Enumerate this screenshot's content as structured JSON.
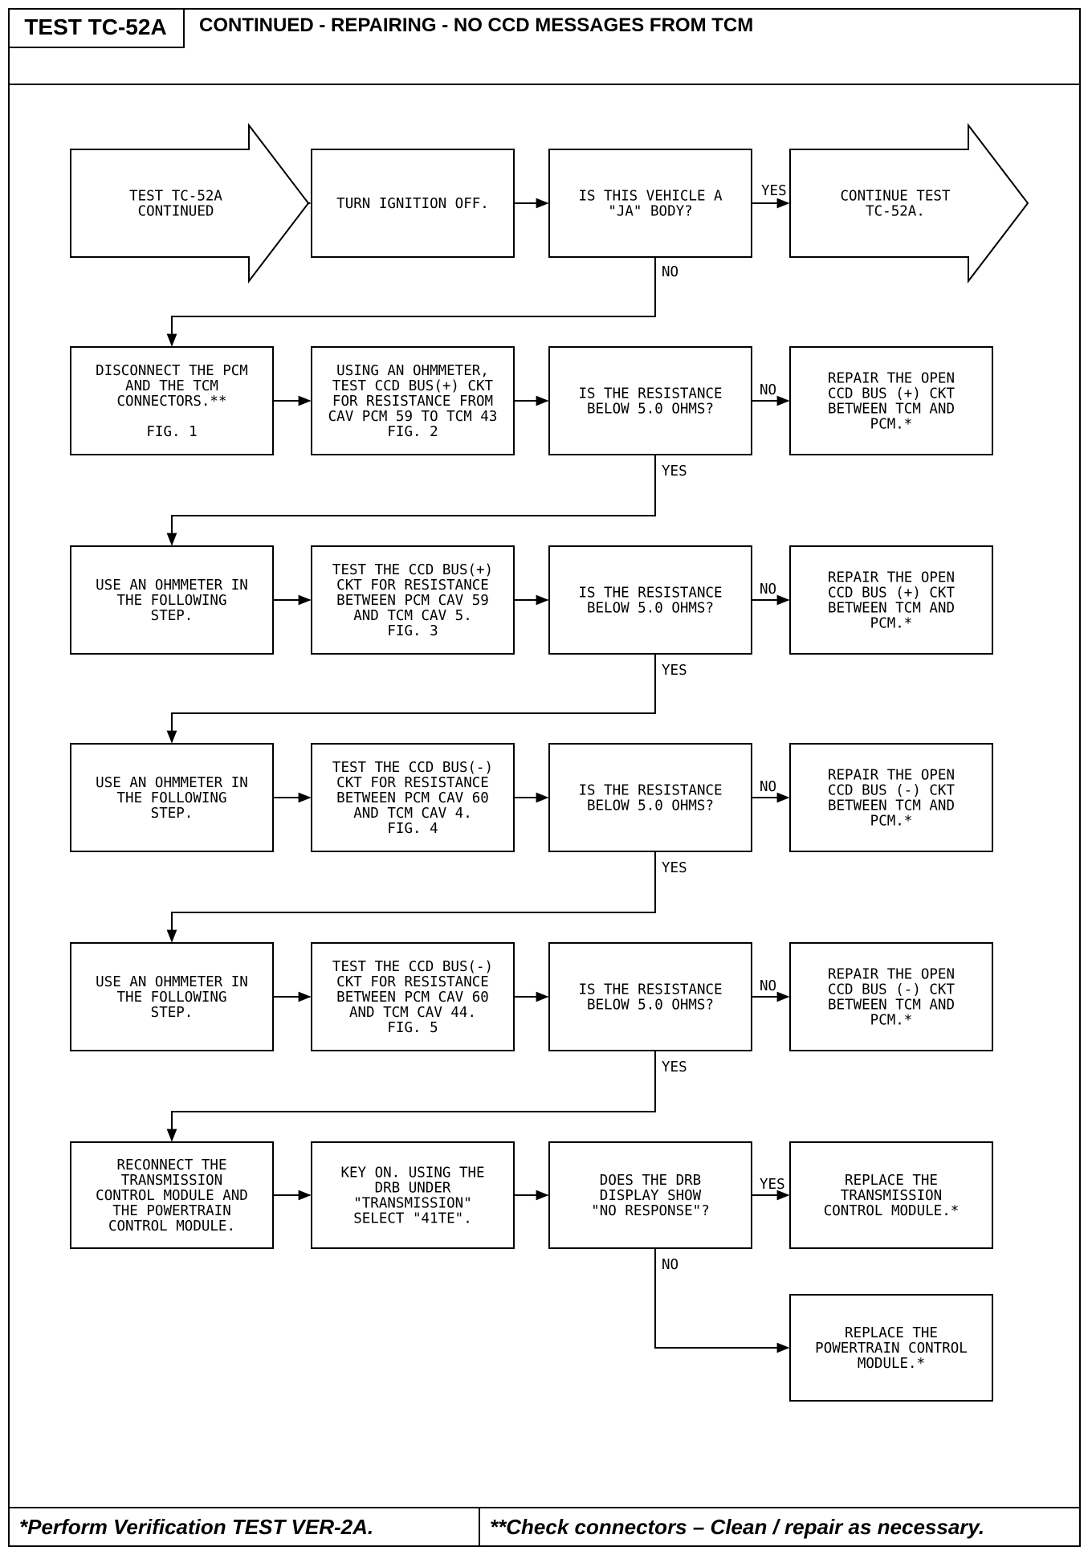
{
  "header": {
    "test_id": "TEST TC-52A",
    "title": "CONTINUED - REPAIRING - NO CCD MESSAGES FROM TCM"
  },
  "footer": {
    "note_single": "*Perform Verification TEST VER-2A.",
    "note_double": "**Check connectors – Clean / repair as necessary."
  },
  "nodes": [
    {
      "id": "start",
      "lines": [
        "TEST TC-52A",
        "CONTINUED"
      ]
    },
    {
      "id": "ign-off",
      "lines": [
        "TURN IGNITION OFF."
      ]
    },
    {
      "id": "q-ja",
      "lines": [
        "IS THIS VEHICLE A",
        "\"JA\" BODY?"
      ]
    },
    {
      "id": "continue",
      "lines": [
        "CONTINUE TEST",
        "TC-52A."
      ]
    },
    {
      "id": "disconnect",
      "lines": [
        "DISCONNECT THE PCM",
        "AND THE TCM",
        "CONNECTORS.**",
        "",
        "FIG. 1"
      ]
    },
    {
      "id": "test-pcm59-tcm43",
      "lines": [
        "USING AN OHMMETER,",
        "TEST CCD BUS(+) CKT",
        "FOR RESISTANCE FROM",
        "CAV PCM 59 TO TCM 43",
        "FIG. 2"
      ]
    },
    {
      "id": "q-res-1",
      "lines": [
        "IS THE RESISTANCE",
        "BELOW 5.0 OHMS?"
      ]
    },
    {
      "id": "repair-1",
      "lines": [
        "REPAIR THE OPEN",
        "CCD BUS (+) CKT",
        "BETWEEN TCM AND",
        "PCM.*"
      ]
    },
    {
      "id": "ohm-2",
      "lines": [
        "USE AN OHMMETER IN",
        "THE FOLLOWING",
        "STEP."
      ]
    },
    {
      "id": "test-59-5",
      "lines": [
        "TEST THE CCD BUS(+)",
        "CKT FOR RESISTANCE",
        "BETWEEN PCM CAV 59",
        "AND TCM CAV 5.",
        "FIG. 3"
      ]
    },
    {
      "id": "q-res-2",
      "lines": [
        "IS THE RESISTANCE",
        "BELOW 5.0 OHMS?"
      ]
    },
    {
      "id": "repair-2",
      "lines": [
        "REPAIR THE OPEN",
        "CCD BUS (+) CKT",
        "BETWEEN TCM AND",
        "PCM.*"
      ]
    },
    {
      "id": "ohm-3",
      "lines": [
        "USE AN OHMMETER IN",
        "THE FOLLOWING",
        "STEP."
      ]
    },
    {
      "id": "test-60-4",
      "lines": [
        "TEST THE CCD BUS(-)",
        "CKT FOR RESISTANCE",
        "BETWEEN PCM CAV 60",
        "AND TCM CAV 4.",
        "FIG. 4"
      ]
    },
    {
      "id": "q-res-3",
      "lines": [
        "IS THE RESISTANCE",
        "BELOW 5.0 OHMS?"
      ]
    },
    {
      "id": "repair-3",
      "lines": [
        "REPAIR THE OPEN",
        "CCD BUS (-) CKT",
        "BETWEEN TCM AND",
        "PCM.*"
      ]
    },
    {
      "id": "ohm-4",
      "lines": [
        "USE AN OHMMETER IN",
        "THE FOLLOWING",
        "STEP."
      ]
    },
    {
      "id": "test-60-44",
      "lines": [
        "TEST THE CCD BUS(-)",
        "CKT FOR RESISTANCE",
        "BETWEEN PCM CAV 60",
        "AND TCM CAV 44.",
        "FIG. 5"
      ]
    },
    {
      "id": "q-res-4",
      "lines": [
        "IS THE RESISTANCE",
        "BELOW 5.0 OHMS?"
      ]
    },
    {
      "id": "repair-4",
      "lines": [
        "REPAIR THE OPEN",
        "CCD BUS (-) CKT",
        "BETWEEN TCM AND",
        "PCM.*"
      ]
    },
    {
      "id": "reconnect",
      "lines": [
        "RECONNECT THE",
        "TRANSMISSION",
        "CONTROL MODULE AND",
        "THE POWERTRAIN",
        "CONTROL MODULE."
      ]
    },
    {
      "id": "key-on",
      "lines": [
        "KEY ON. USING THE",
        "DRB UNDER",
        "\"TRANSMISSION\"",
        "SELECT \"41TE\"."
      ]
    },
    {
      "id": "q-drb",
      "lines": [
        "DOES THE DRB",
        "DISPLAY SHOW",
        "\"NO RESPONSE\"?"
      ]
    },
    {
      "id": "replace-tcm",
      "lines": [
        "REPLACE THE",
        "TRANSMISSION",
        "CONTROL MODULE.*"
      ]
    },
    {
      "id": "replace-pcm",
      "lines": [
        "REPLACE THE",
        "POWERTRAIN CONTROL",
        "MODULE.*"
      ]
    }
  ],
  "edge_labels": [
    "YES",
    "NO",
    "YES",
    "NO",
    "YES",
    "NO",
    "YES",
    "NO",
    "YES",
    "NO",
    "YES",
    "NO"
  ]
}
